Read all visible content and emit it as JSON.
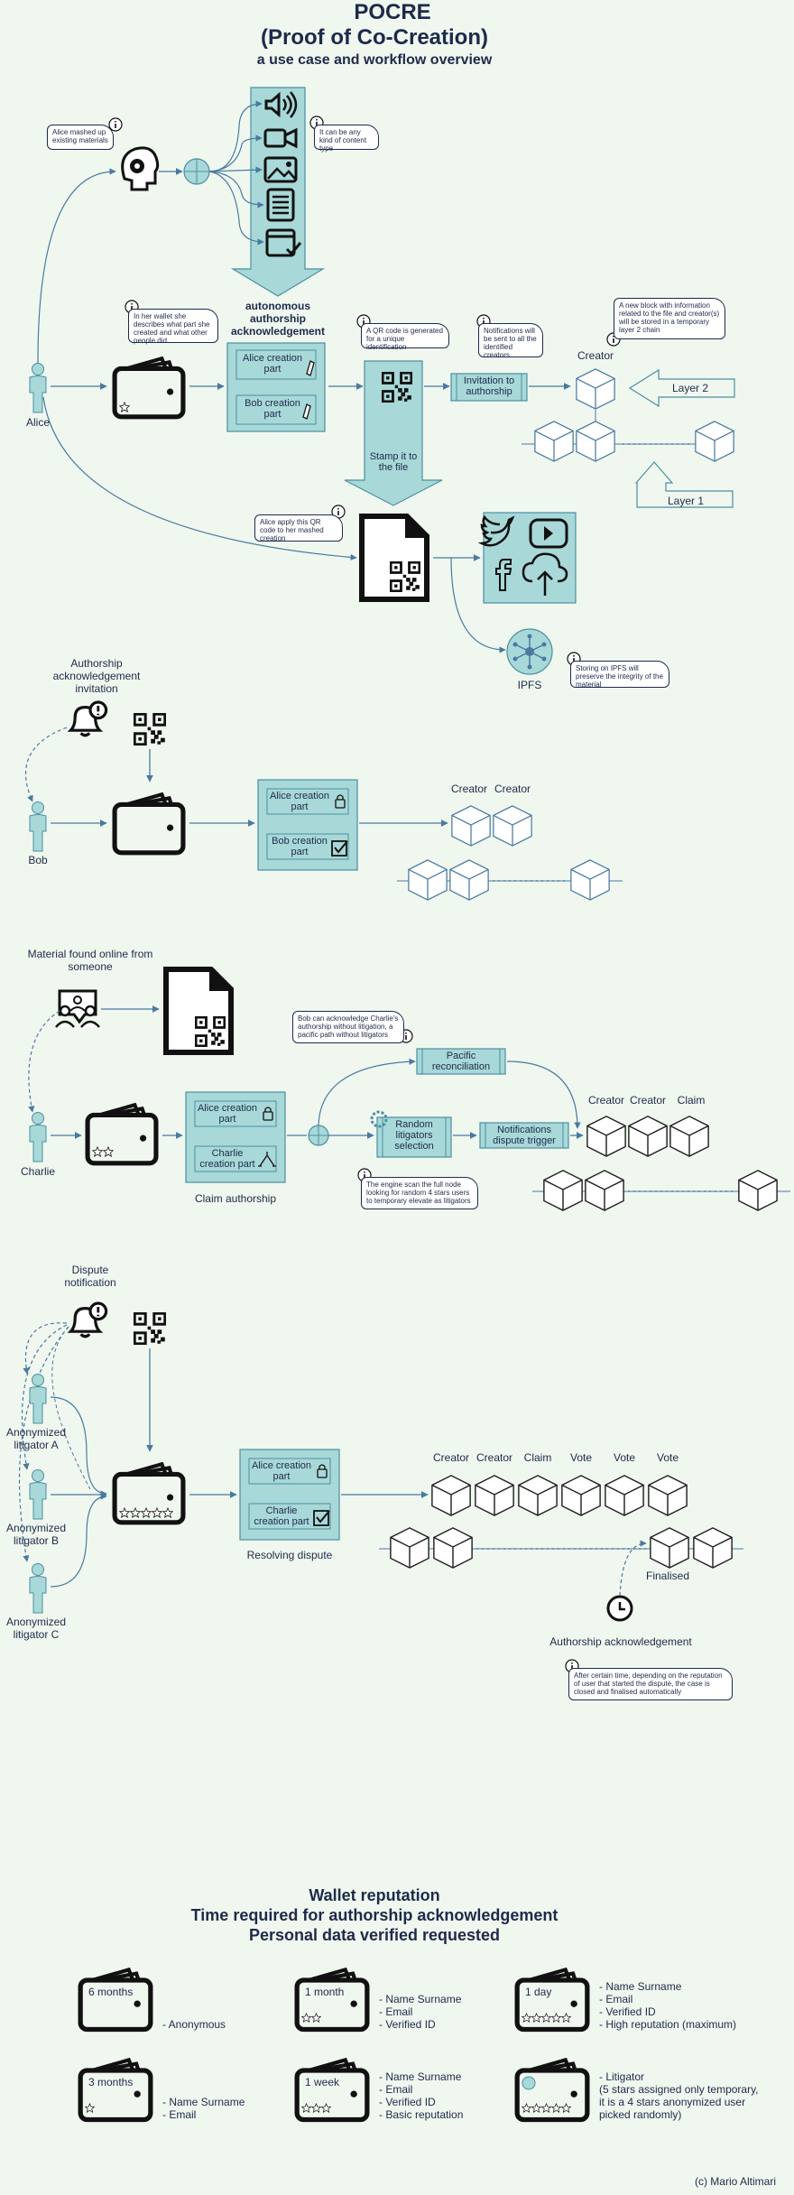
{
  "header": {
    "title1": "POCRE",
    "title2": "(Proof of Co-Creation)",
    "subtitle": "a use case and workflow overview"
  },
  "section1": {
    "alice": "Alice",
    "note_mashed": "Alice mashed up existing materials",
    "note_content": "It can be any kind of content type",
    "autonomous": "autonomous authorship acknowledgement",
    "note_wallet": "In her wallet she describes what part she created and what other people did",
    "alice_part": "Alice creation part",
    "bob_part": "Bob creation part",
    "note_qr": "A QR code is generated for a unique identification",
    "stamp": "Stamp it to the file",
    "note_notif": "Notifications will be sent to all the identified creators",
    "invitation": "Invitation to authorship",
    "note_block": "A new block with information related to the file and creator(s) will be stored in a temporary layer 2 chain",
    "creator": "Creator",
    "layer2": "Layer 2",
    "layer1": "Layer 1",
    "note_apply": "Alice apply this QR code to her mashed creation",
    "ipfs": "IPFS",
    "note_ipfs": "Storing on IPFS will preserve the integrity of the material"
  },
  "section2": {
    "invitation_title": "Authorship acknowledgement invitation",
    "bob": "Bob",
    "alice_part": "Alice creation part",
    "bob_part": "Bob creation part",
    "creator1": "Creator",
    "creator2": "Creator"
  },
  "section3": {
    "material": "Material found online from someone",
    "charlie": "Charlie",
    "alice_part": "Alice creation part",
    "charlie_part": "Charlie creation part",
    "claim_authorship": "Claim authorship",
    "note_bob": "Bob can acknowledge Charlie's authorship without litigation, a pacific path without litigators",
    "pacific": "Pacific reconciliation",
    "random": "Random litigators selection",
    "notif_trigger": "Notifications dispute trigger",
    "note_engine": "The engine scan the full node looking for random 4 stars users to temporary elevate as litigators",
    "creator1": "Creator",
    "creator2": "Creator",
    "claim": "Claim"
  },
  "section4": {
    "dispute": "Dispute notification",
    "lit_a": "Anonymized litigator A",
    "lit_b": "Anonymized litigator B",
    "lit_c": "Anonymized litigator C",
    "alice_part": "Alice creation part",
    "charlie_part": "Charlie creation part",
    "resolving": "Resolving dispute",
    "labels": [
      "Creator",
      "Creator",
      "Claim",
      "Vote",
      "Vote",
      "Vote"
    ],
    "finalised": "Finalised",
    "auth_ack": "Authorship acknowledgement",
    "note_time": "After certain time, depending on the reputation of user that started the dispute, the case is closed and finalised automatically"
  },
  "reputation": {
    "title1": "Wallet reputation",
    "title2": "Time required for authorship acknowledgement",
    "title3": "Personal data verified requested",
    "wallets": [
      {
        "time": "6 months",
        "stars": 0,
        "desc": "- Anonymous"
      },
      {
        "time": "1 month",
        "stars": 2,
        "desc": "- Name Surname\n- Email\n- Verified ID"
      },
      {
        "time": "1 day",
        "stars": 5,
        "desc": "- Name Surname\n- Email\n- Verified ID\n- High reputation (maximum)"
      },
      {
        "time": "3 months",
        "stars": 1,
        "desc": "- Name Surname\n- Email"
      },
      {
        "time": "1 week",
        "stars": 3,
        "desc": "- Name Surname\n- Email\n- Verified ID\n- Basic reputation"
      },
      {
        "time": "",
        "stars": 5,
        "desc": "- Litigator\n(5 stars assigned only temporary,\nit is a 4 stars anonymized user\npicked randomly)"
      }
    ]
  },
  "footer": {
    "credit": "(c) Mario Altimari"
  },
  "colors": {
    "teal": "#a8d8d8",
    "tealBorder": "#4a90a0",
    "ink": "#1d2a4a",
    "line": "#4a7aa0",
    "bg": "#f0f7ef"
  }
}
